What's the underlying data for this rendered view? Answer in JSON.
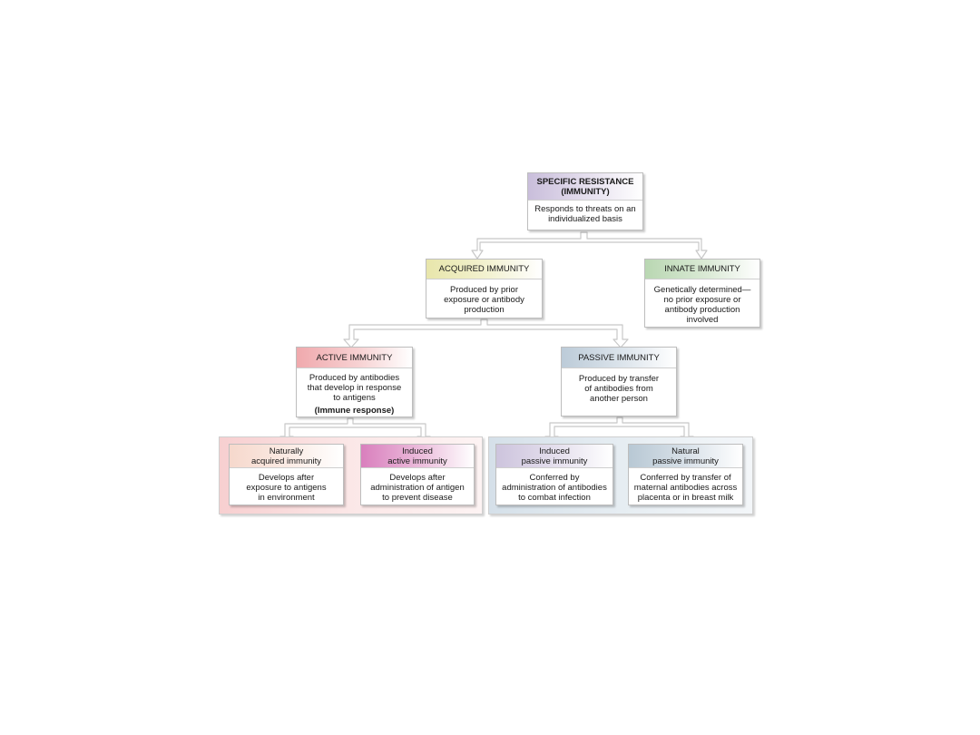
{
  "colors": {
    "specific": "#c9bedb",
    "acquired": "#e8e6ab",
    "innate": "#b9d7b2",
    "active": "#f0a9ad",
    "passive": "#bccbd8",
    "naturally_acquired": "#f6d8cc",
    "induced_active": "#d97fbd",
    "induced_passive": "#cdc4dd",
    "natural_passive": "#b8c8d4",
    "active_group": "#f9dcdc",
    "passive_group": "#dfe7ee",
    "arrow": "#d0d0d0"
  },
  "nodes": {
    "specific": {
      "title": "SPECIFIC RESISTANCE\n(IMMUNITY)",
      "body": "Responds to threats on an\nindividualized basis"
    },
    "acquired": {
      "title": "ACQUIRED IMMUNITY",
      "body": "Produced by prior\nexposure or antibody\nproduction"
    },
    "innate": {
      "title": "INNATE IMMUNITY",
      "body": "Genetically determined—\nno prior exposure or\nantibody production\ninvolved"
    },
    "active": {
      "title": "ACTIVE IMMUNITY",
      "body": "Produced by antibodies\nthat develop in response\nto antigens",
      "emphasis": "(Immune response)"
    },
    "passive": {
      "title": "PASSIVE IMMUNITY",
      "body": "Produced by transfer\nof antibodies from\nanother person"
    },
    "naturally_acquired": {
      "title": "Naturally\nacquired immunity",
      "body": "Develops after\nexposure to antigens\nin environment"
    },
    "induced_active": {
      "title": "Induced\nactive immunity",
      "body": "Develops after\nadministration of antigen\nto prevent disease"
    },
    "induced_passive": {
      "title": "Induced\npassive immunity",
      "body": "Conferred by\nadministration of antibodies\nto combat infection"
    },
    "natural_passive": {
      "title": "Natural\npassive immunity",
      "body": "Conferred by transfer of\nmaternal antibodies across\nplacenta or in breast milk"
    }
  }
}
